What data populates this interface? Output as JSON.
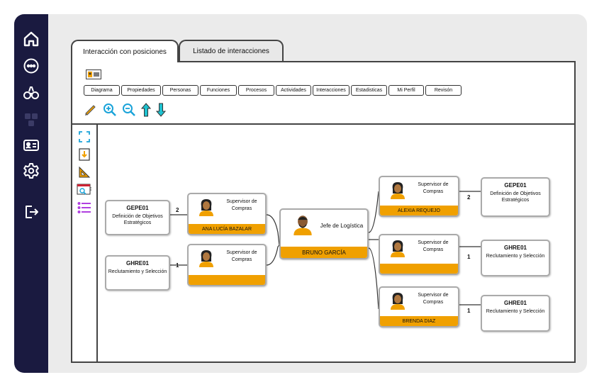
{
  "tabs": {
    "active": "Interacción con posiciones",
    "inactive": "Listado de interacciones"
  },
  "menu": [
    "Diagrama",
    "Propiedades",
    "Personas",
    "Funciones",
    "Procesos",
    "Actividades",
    "Interacciones",
    "Estadisticas",
    "Mi Perfil",
    "Revisón"
  ],
  "sidebar_icons": [
    "home-icon",
    "more-icon",
    "binoculars-icon",
    "org-chart-icon",
    "id-card-icon",
    "gear-icon",
    "logout-icon"
  ],
  "toolbar_icons": [
    "pencil-icon",
    "zoom-in-icon",
    "zoom-out-icon",
    "arrow-up-icon",
    "arrow-down-icon"
  ],
  "side_tools": [
    "expand-icon",
    "download-icon",
    "triangle-ruler-icon",
    "search-window-icon",
    "list-icon"
  ],
  "center": {
    "role": "Jefe de Logística",
    "name": "BRUNO GARCÍA"
  },
  "left_nodes": [
    {
      "role": "Supervisor de Compras",
      "name": "ANA LUCÍA BAZALAR"
    },
    {
      "role": "Supervisor de Compras",
      "name": ""
    }
  ],
  "right_nodes": [
    {
      "role": "Supervisor de Compras",
      "name": "ALEXIA REQUEJO"
    },
    {
      "role": "Supervisor de Compras",
      "name": ""
    },
    {
      "role": "Supervisor de Compras",
      "name": "BRENDA DIAZ"
    }
  ],
  "left_funcs": [
    {
      "code": "GEPE01",
      "desc": "Definición de Objetivos Estratégicos",
      "count": "2"
    },
    {
      "code": "GHRE01",
      "desc": "Reclutamiento y Selección",
      "count": "1"
    }
  ],
  "right_funcs": [
    {
      "code": "GEPE01",
      "desc": "Definición de Objetivos Estratégicos",
      "count": "2"
    },
    {
      "code": "GHRE01",
      "desc": "Reclutamiento y Selección",
      "count": "1"
    },
    {
      "code": "GHRE01",
      "desc": "Reclutamiento y Selección",
      "count": "1"
    }
  ],
  "colors": {
    "sidebar": "#1a1a40",
    "accent": "#f0a000",
    "zoom": "#1aa3d9",
    "arrow": "#1ec2d0"
  }
}
